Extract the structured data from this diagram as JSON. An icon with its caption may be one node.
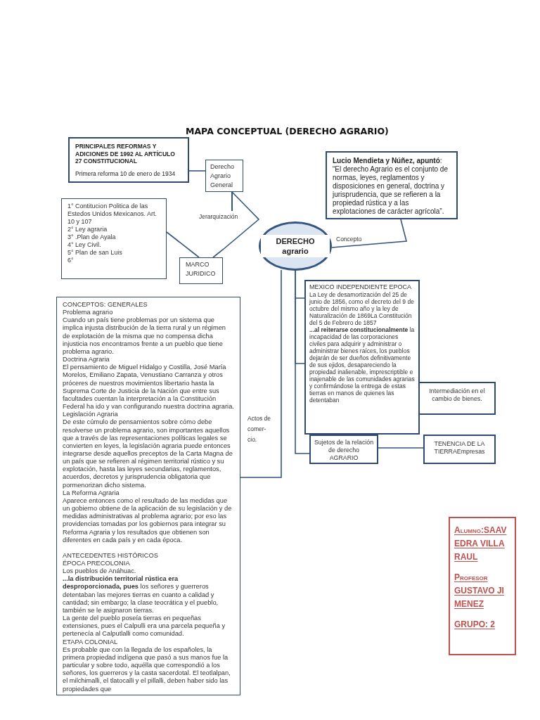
{
  "diagram": {
    "title": "MAPA CONCEPTUAL (DERECHO AGRARIO)",
    "nodes": [
      {
        "text": [
          "PRINCIPALES REFORMAS Y ADICIONES DE 1992 AL ARTÍCULO 27 CONSTITUCIONAL",
          "Primera reforma 10 de enero de 1934"
        ]
      },
      {
        "text": [
          "Derecho Agrario General"
        ]
      },
      {
        "text": [
          "1° Contitucion Politica de las Estedos Unidos Mexicanos. Art. 10 y 107",
          "2° Ley agraria",
          "3° .Plan de Ayala",
          "4° Ley Civil.",
          "5° Plan de san Luis",
          "6°"
        ]
      },
      {
        "text": [
          "MARCO JURIDICO"
        ]
      },
      {
        "text": [
          "DERECHO agrario"
        ]
      },
      {
        "text": [
          "**Lucio Mendieta y Núñez, apuntó**: “El derecho Agrario es el conjunto de normas, leyes, reglamentos y disposiciones en general, doctrina y jurisprudencia, que se refieren a la propiedad rústica y a las explotaciones de carácter agrícola”."
        ]
      },
      {
        "text": [
          "CONCEPTOS: GENERALES",
          "Problema agrario",
          "Cuando un país tiene problemas por un sistema que implica injusta distribución de la tierra rural y un régimen de explotación de la misma que no compensa dicha injusticia nos encontramos frente a un pueblo que tiene problema agrario.",
          "Doctrina Agraria",
          "El pensamiento de Miguel Hidalgo y Costilla, José María Morelos, Emiliano Zapata, Venustiano Carranza y otros próceres de nuestros movimientos libertario hasta la Suprema Corte de Justicia de la Nación que entre sus facultades cuentan la interpretación a la Constitución Federal ha ido y van configurando nuestra doctrina agraria.",
          "Legislación Agraria",
          "De este cúmulo de pensamientos sobre cómo debe resolverse un problema agrario, son importantes aquellos que a través de las representaciones políticas legales se convierten en leyes, la legislación agraria puede entonces integrarse desde aquellos preceptos de la Carta Magna de un país que se refieren al régimen territorial rústico y su explotación, hasta las leyes secundarias, reglamentos, acuerdos, decretos y jurisprudencia obligatoria que pormenorizan dicho sistema.",
          "La Reforma Agraria",
          "Aparece entonces como el resultado de las medidas que un gobierno obtiene de la aplicación de su legislación y de medidas administrativas al problema agrario; por eso las providencias tomadas por los gobiernos para integrar su Reforma Agraria y los resultados que obtienen son diferentes en cada país y en cada época.",
          "ANTECEDENTES HISTÓRICOS",
          "ÉPOCA PRECOLONIA",
          "Los pueblos de Anáhuac.",
          "**...la distribución territorial rústica era desproporcionada, pues** los señores y guerreros detentaban las mejores tierras en cuanto a calidad y cantidad; sin embargo; la clase teocrática y el pueblo, también se le asignaron tierras.",
          "La gente del pueblo poseía tierras en pequeñas extensiones, pues el Calpulli era una parcela pequeña y pertenecía al Calputlalli como comunidad.",
          "ETAPA COLONIAL",
          "Es probable que con la llegada de los españoles, la primera propiedad indígena que pasó a sus manos fue la particular y sobre todo, aquélla que correspondió a los señores, los guerreros y la casta sacerdotal. El teotlalpan, el milchimalli, el tlatocalli y el pillalli, deben haber sido las propiedades que"
        ]
      },
      {
        "text": [
          "MEXICO INDEPENDIENTE EPOCA",
          "La Ley de desamortización del 25 de junio de 1856, como el decreto del 9 de octubre del mismo año y la ley de Naturalización de 1869La Constitución del 5 de Febrero de 1857",
          "**...al reiterarse constitucionalmente** la incapacidad de las corporaciones civiles para adquirir y administrar o administrar bienes raíces, los pueblos dejarán de ser dueños definitivamente de sus ejidos, desapareciendo la propiedad inalienable, imprescriptible e inajenable de las comunidades agrarias y confirmándose la entrega de estas tierras en manos de quienes las detentaban"
        ]
      },
      {
        "text": [
          "Sujetos de la relación de derecho AGRARIO"
        ]
      },
      {
        "text": [
          "Intermediación en el cambio de bienes."
        ]
      },
      {
        "text": [
          "TENENCIA DE LA TIERRAEmpresas"
        ]
      },
      {
        "text": [
          "Alumno:SAAVEDRA VILLA RAUL",
          "Profesor",
          "GUSTAVO JIMENEZ",
          "GRUPO: 2"
        ]
      }
    ],
    "edges": [
      {
        "from": 0,
        "to": 1,
        "arrow": "none"
      },
      {
        "from": 1,
        "to": 3,
        "arrow": "none",
        "label": "Jerarquización"
      },
      {
        "from": 2,
        "to": 3,
        "arrow": "none"
      },
      {
        "from": 4,
        "to": 5,
        "arrow": "none",
        "label": "Concepto"
      },
      {
        "from": 4,
        "to": 6,
        "arrow": "none",
        "label": "Actos de comer-cio."
      },
      {
        "from": 4,
        "to": 7,
        "arrow": "none"
      },
      {
        "from": 4,
        "to": 8,
        "arrow": "none"
      },
      {
        "from": 8,
        "to": 10,
        "arrow": "none"
      }
    ]
  }
}
